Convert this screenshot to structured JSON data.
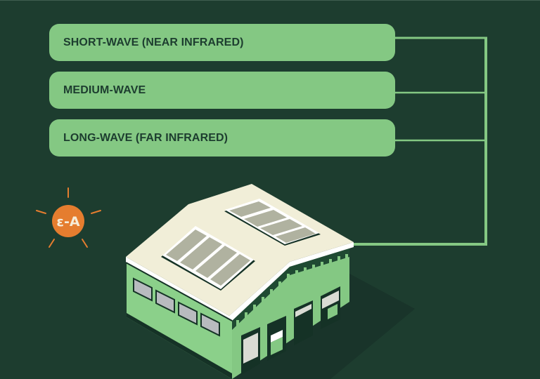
{
  "diagram": {
    "labels": [
      {
        "text": "SHORT-WAVE (NEAR INFRARED)"
      },
      {
        "text": "MEDIUM-WAVE"
      },
      {
        "text": "LONG-WAVE (FAR INFRARED)"
      }
    ],
    "logo": {
      "text": "ε-A",
      "icon": "sun-icon"
    },
    "illustration": "isometric-warehouse-icon",
    "colors": {
      "background": "#1d3d2f",
      "label_fill": "#84c883",
      "label_text": "#1d3d2f",
      "connector": "#84c883",
      "sun": "#e57d2f",
      "roof": "#f1eed8",
      "wall": "#84c883",
      "skylight": "#b0b2a0"
    }
  }
}
